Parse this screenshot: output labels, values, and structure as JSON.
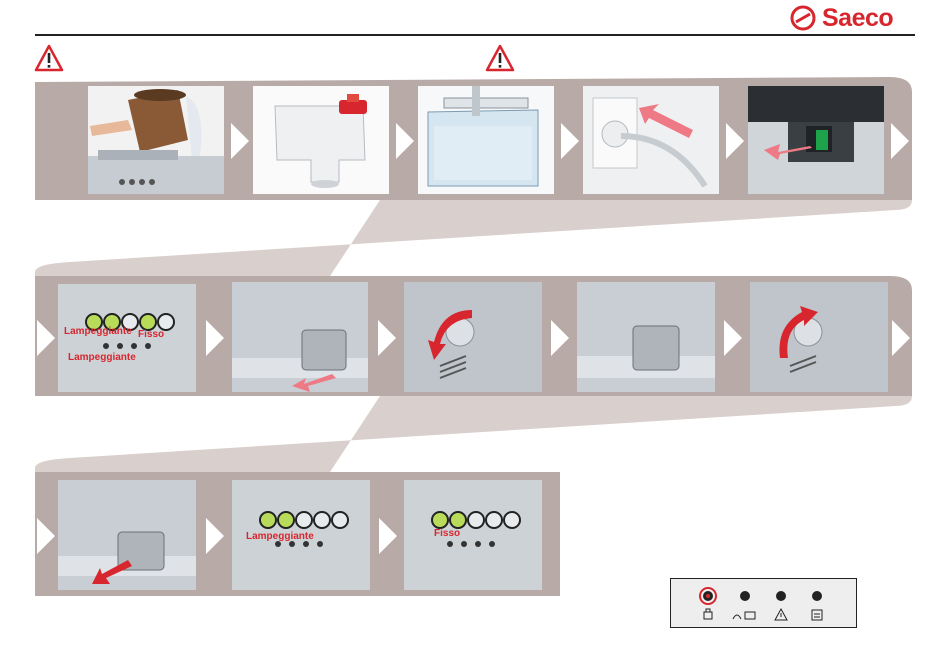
{
  "brand": {
    "name": "Saeco",
    "color": "#d8262e"
  },
  "icons": {
    "warning": "warning-triangle-icon",
    "step_arrow": "chevron-right-icon"
  },
  "row1": {
    "steps": [
      {
        "name": "pour-water-photo",
        "icon": "water-jug"
      },
      {
        "name": "water-filter-photo",
        "icon": "filter-cartridge"
      },
      {
        "name": "water-tank-photo",
        "icon": "water-tank"
      },
      {
        "name": "plug-in-photo",
        "icon": "power-plug"
      },
      {
        "name": "power-switch-photo",
        "icon": "power-switch"
      }
    ]
  },
  "row2": {
    "labels": {
      "blinking": "Lampeggiante",
      "fixed": "Fisso"
    }
  },
  "row3": {
    "labels": {
      "blinking": "Lampeggiante",
      "fixed": "Fisso"
    }
  },
  "colors": {
    "band": "#b8aba7",
    "band_dark": "#a99b97",
    "arrow": "#ffffff",
    "led_green": "#b8dc5a",
    "led_red": "#d8262e"
  }
}
